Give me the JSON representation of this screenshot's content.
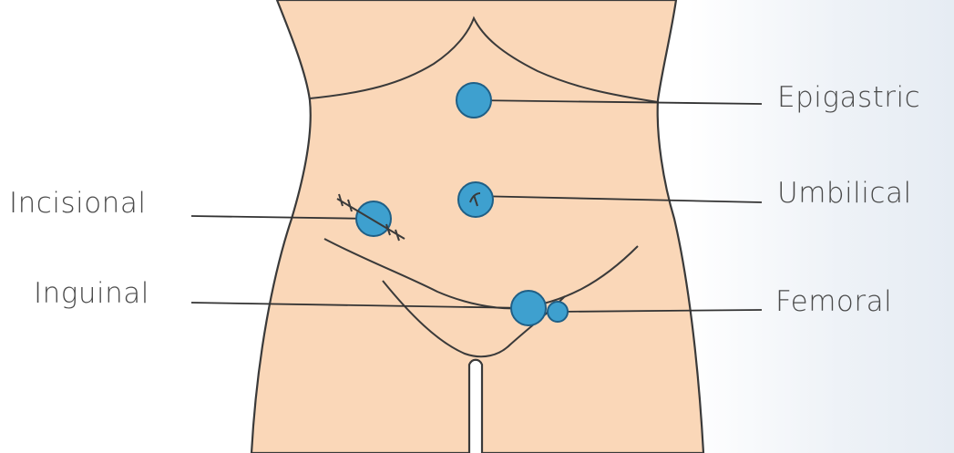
{
  "colors": {
    "skin": "#fad7b8",
    "outline": "#3a3a3a",
    "hernia_fill": "#3ea0cf",
    "hernia_stroke": "#1f5f86",
    "leader_line": "#333333",
    "label_text": "#4a4a4a"
  },
  "labels": {
    "epigastric": "Epigastric",
    "umbilical": "Umbilical",
    "femoral": "Femoral",
    "incisional": "Incisional",
    "inguinal": "Inguinal"
  }
}
